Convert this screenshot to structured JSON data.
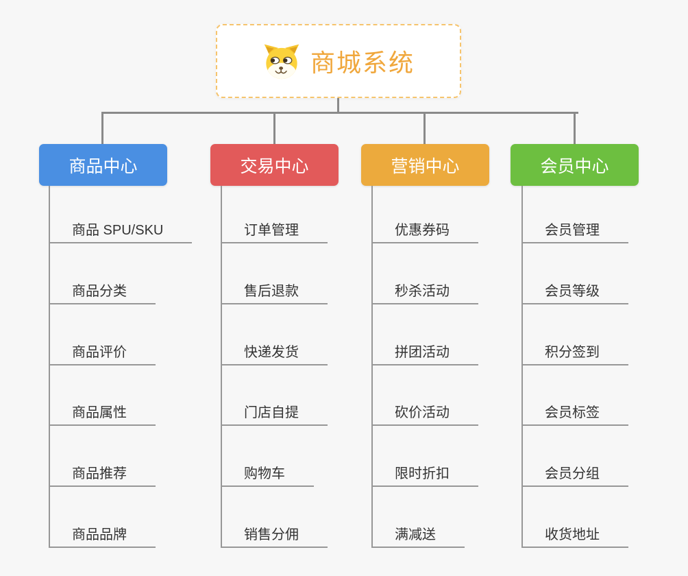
{
  "background_color": "#f7f7f7",
  "connector_color": "#8a8a8a",
  "root": {
    "title": "商城系统",
    "title_color": "#f0a73c",
    "border_color": "#f6c46d",
    "icon": "shiba-dog-icon"
  },
  "branches": [
    {
      "label": "商品中心",
      "color": "#4a8fe2",
      "items": [
        "商品 SPU/SKU",
        "商品分类",
        "商品评价",
        "商品属性",
        "商品推荐",
        "商品品牌"
      ]
    },
    {
      "label": "交易中心",
      "color": "#e25a5a",
      "items": [
        "订单管理",
        "售后退款",
        "快递发货",
        "门店自提",
        "购物车",
        "销售分佣"
      ]
    },
    {
      "label": "营销中心",
      "color": "#ecaa3d",
      "items": [
        "优惠券码",
        "秒杀活动",
        "拼团活动",
        "砍价活动",
        "限时折扣",
        "满减送"
      ]
    },
    {
      "label": "会员中心",
      "color": "#6dbf40",
      "items": [
        "会员管理",
        "会员等级",
        "积分签到",
        "会员标签",
        "会员分组",
        "收货地址"
      ]
    }
  ]
}
